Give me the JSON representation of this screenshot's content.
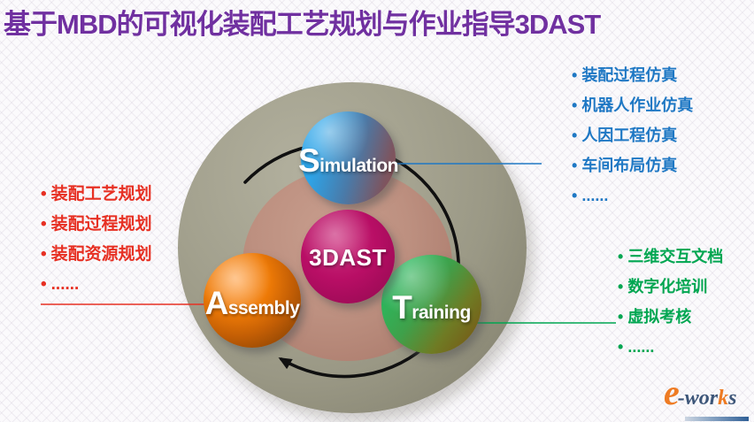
{
  "ui": {
    "bullet": "•"
  },
  "title": "基于MBD的可视化装配工艺规划与作业指导3DAST",
  "colors": {
    "title": "#7030A0",
    "planning_list": "#E73023",
    "simulation_list": "#1F78C4",
    "training_list": "#00A651",
    "outer_ring": "#9C9A87",
    "inner_disc": "#BA8C7C",
    "cycle_arrow": "#101010",
    "sphere_simulation": "#2DA4E8",
    "sphere_assembly": "#EE7A06",
    "sphere_training": "#2DB65C",
    "sphere_center": "#B80E65"
  },
  "diagram": {
    "center": {
      "label": "3DAST"
    },
    "spheres": {
      "simulation": {
        "initial": "S",
        "rest": "imulation"
      },
      "assembly": {
        "initial": "A",
        "rest": "ssembly"
      },
      "training": {
        "initial": "T",
        "rest": "raining"
      }
    }
  },
  "lists": {
    "planning": {
      "items": [
        "装配工艺规划",
        "装配过程规划",
        "装配资源规划",
        "......"
      ]
    },
    "simulation": {
      "items": [
        "装配过程仿真",
        "机器人作业仿真",
        "人因工程仿真",
        "车间布局仿真",
        "......"
      ]
    },
    "training": {
      "items": [
        "三维交互文档",
        "数字化培训",
        "虚拟考核",
        "......"
      ]
    }
  },
  "logo": {
    "e": "e",
    "wor": "-wor",
    "k": "k",
    "s": "s"
  }
}
